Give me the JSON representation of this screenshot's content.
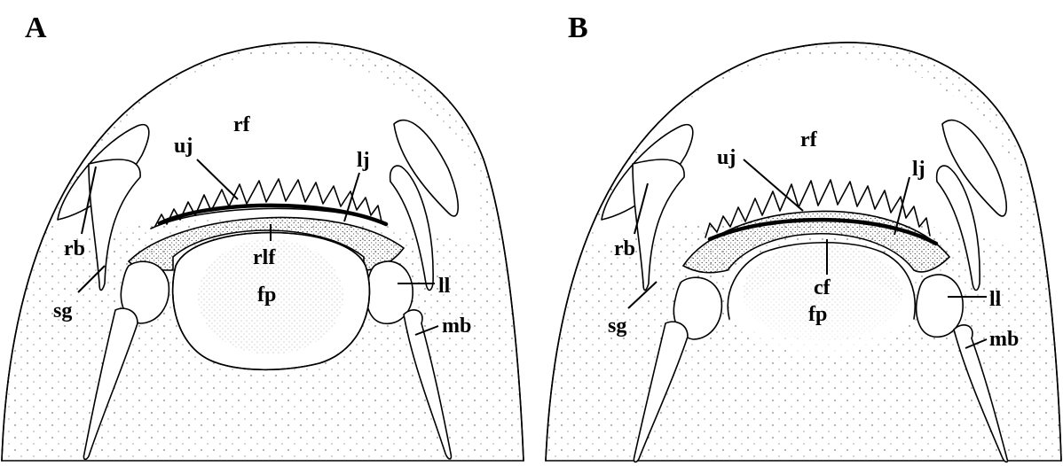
{
  "figure": {
    "panels": [
      {
        "letter": "A",
        "labels": {
          "rf": "rf",
          "uj": "uj",
          "lj": "lj",
          "rb": "rb",
          "sg": "sg",
          "rlf": "rlf",
          "fp": "fp",
          "ll": "ll",
          "mb": "mb"
        }
      },
      {
        "letter": "B",
        "labels": {
          "rf": "rf",
          "uj": "uj",
          "lj": "lj",
          "rb": "rb",
          "sg": "sg",
          "cf": "cf",
          "fp": "fp",
          "ll": "ll",
          "mb": "mb"
        }
      }
    ]
  }
}
